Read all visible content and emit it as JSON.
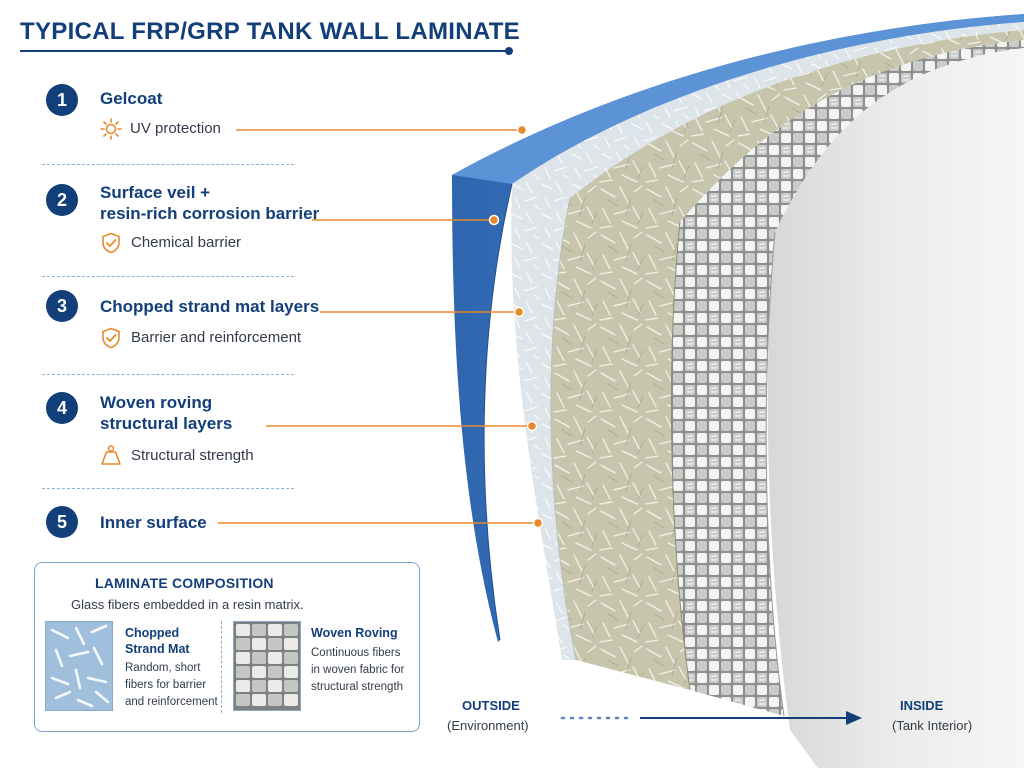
{
  "title": "TYPICAL FRP/GRP TANK WALL LAMINATE",
  "layers": [
    {
      "number": "1",
      "title_lines": [
        "Gelcoat"
      ],
      "subtitle": "UV protection",
      "icon": "sun-icon"
    },
    {
      "number": "2",
      "title_lines": [
        "Surface veil +",
        "resin-rich corrosion barrier"
      ],
      "subtitle": "Chemical barrier",
      "icon": "shield-check-icon"
    },
    {
      "number": "3",
      "title_lines": [
        "Chopped strand mat layers"
      ],
      "subtitle": "Barrier and reinforcement",
      "icon": "shield-check-icon"
    },
    {
      "number": "4",
      "title_lines": [
        "Woven roving",
        "structural layers"
      ],
      "subtitle": "Structural strength",
      "icon": "weight-icon"
    },
    {
      "number": "5",
      "title_lines": [
        "Inner surface"
      ],
      "subtitle": "",
      "icon": ""
    }
  ],
  "composition": {
    "title": "LAMINATE COMPOSITION",
    "description": "Glass fibers embedded in a resin matrix.",
    "items": [
      {
        "name_lines": [
          "Chopped",
          "Strand Mat"
        ],
        "text_lines": [
          "Random, short",
          "fibers for barrier",
          "and reinforcement"
        ]
      },
      {
        "name_lines": [
          "Woven Roving"
        ],
        "text_lines": [
          "Continuous fibers",
          "in woven fabric for",
          "structural strength"
        ]
      }
    ]
  },
  "direction": {
    "outside_label": "OUTSIDE",
    "outside_sub": "(Environment)",
    "inside_label": "INSIDE",
    "inside_sub": "(Tank Interior)"
  },
  "colors": {
    "navy": "#123e7a",
    "orange": "#e8892b",
    "gelcoat_blue": "#3f79c4",
    "veil": "#dfe6ea",
    "csm": "#c6c4ad",
    "woven": "#cfd1cf",
    "inner": "#e6e6e6"
  }
}
